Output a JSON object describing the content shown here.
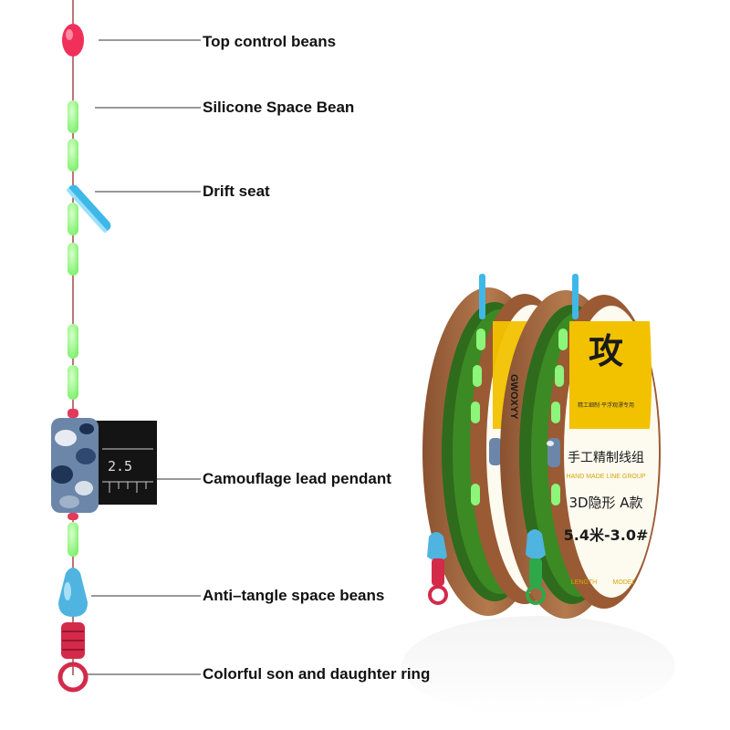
{
  "colors": {
    "line": "#8b1a1a",
    "top_bean": "#f0305a",
    "glow_bean": "#8cf57a",
    "drift_seat": "#3fb8e8",
    "antitangle": "#4fb4e0",
    "swivel": "#d42a4a",
    "spool_rim": "#a4683e",
    "spool_label": "#f2c200",
    "leader_line": "#333333"
  },
  "labels": {
    "top_control": "Top control beans",
    "silicone_space": "Silicone Space Bean",
    "drift_seat": "Drift seat",
    "camouflage": "Camouflage lead pendant",
    "anti_tangle": "Anti–tangle space beans",
    "ring": "Colorful son and daughter ring"
  },
  "ruler": {
    "reading": "2.5"
  },
  "spool": {
    "brand": "GWOXYY",
    "small_cn": "精工细制·平浮观漂专用",
    "big_char": "攻",
    "title_cn": "手工精制线组",
    "subtitle_en": "HAND MADE LINE GROUP",
    "model": "3D隐形 A款",
    "spec": "5.4米-3.0#",
    "length": "LENGTH",
    "model_en": "MODEL"
  }
}
